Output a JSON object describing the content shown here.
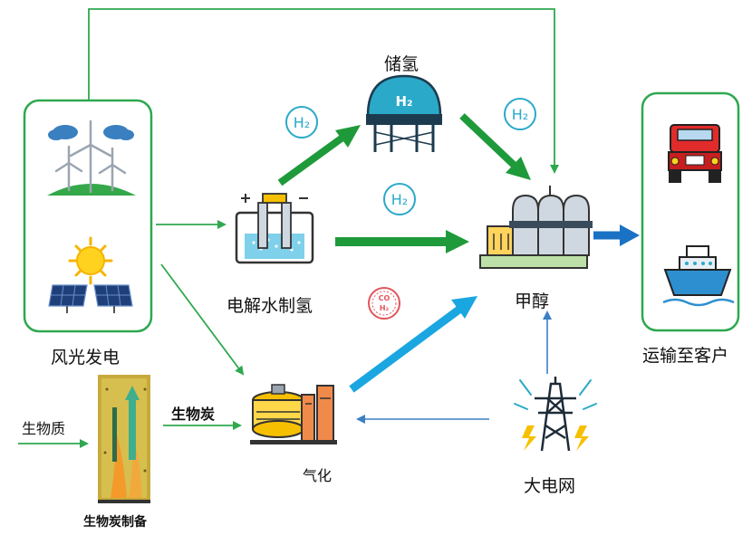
{
  "labels": {
    "wind_solar": "风光发电",
    "electrolysis": "电解水制氢",
    "storage": "储氢",
    "methanol": "甲醇",
    "transport": "运输至客户",
    "gasify": "气化",
    "grid": "大电网",
    "biomass": "生物质",
    "biochar": "生物炭",
    "biochar_prep": "生物炭制备"
  },
  "badges": {
    "h2_a": "H₂",
    "h2_b": "H₂",
    "h2_c": "H₂",
    "co_top": "CO",
    "co_bot": "H₂",
    "tank_h2": "H₂"
  },
  "colors": {
    "green": "#2fa84f",
    "green_arrow": "#1f9a3a",
    "blue_arrow": "#1a72c4",
    "cyan_arrow": "#1aa6e0",
    "h2_badge": "#2aa9c9",
    "co_badge": "#e0565b"
  },
  "icons": [
    "wind-turbine-icon",
    "solar-panel-icon",
    "sun-icon",
    "electrolyzer-icon",
    "hydrogen-tank-icon",
    "methanol-plant-icon",
    "truck-icon",
    "ship-icon",
    "gasifier-icon",
    "power-tower-icon",
    "biochar-column-icon"
  ]
}
